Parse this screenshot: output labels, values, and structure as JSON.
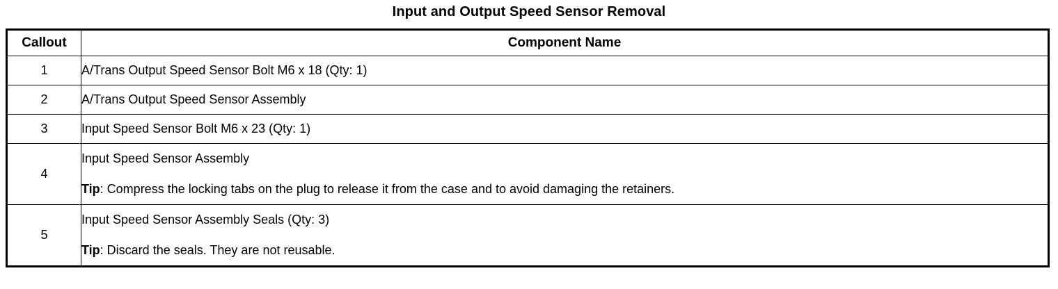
{
  "document": {
    "title": "Input and Output Speed Sensor Removal"
  },
  "table": {
    "headers": {
      "callout": "Callout",
      "component_name": "Component Name"
    },
    "rows": [
      {
        "callout": "1",
        "name": "A/Trans Output Speed Sensor Bolt M6 x 18 (Qty: 1)",
        "tip_label": "",
        "tip_text": ""
      },
      {
        "callout": "2",
        "name": "A/Trans Output Speed Sensor Assembly",
        "tip_label": "",
        "tip_text": ""
      },
      {
        "callout": "3",
        "name": "Input Speed Sensor Bolt M6 x 23 (Qty: 1)",
        "tip_label": "",
        "tip_text": ""
      },
      {
        "callout": "4",
        "name": "Input Speed Sensor Assembly",
        "tip_label": "Tip",
        "tip_text": ": Compress the locking tabs on the plug to release it from the case and to avoid damaging the retainers."
      },
      {
        "callout": "5",
        "name": "Input Speed Sensor Assembly Seals (Qty: 3)",
        "tip_label": "Tip",
        "tip_text": ": Discard the seals. They are not reusable."
      }
    ]
  },
  "style": {
    "text_color": "#000000",
    "background_color": "#ffffff",
    "border_color": "#000000"
  }
}
